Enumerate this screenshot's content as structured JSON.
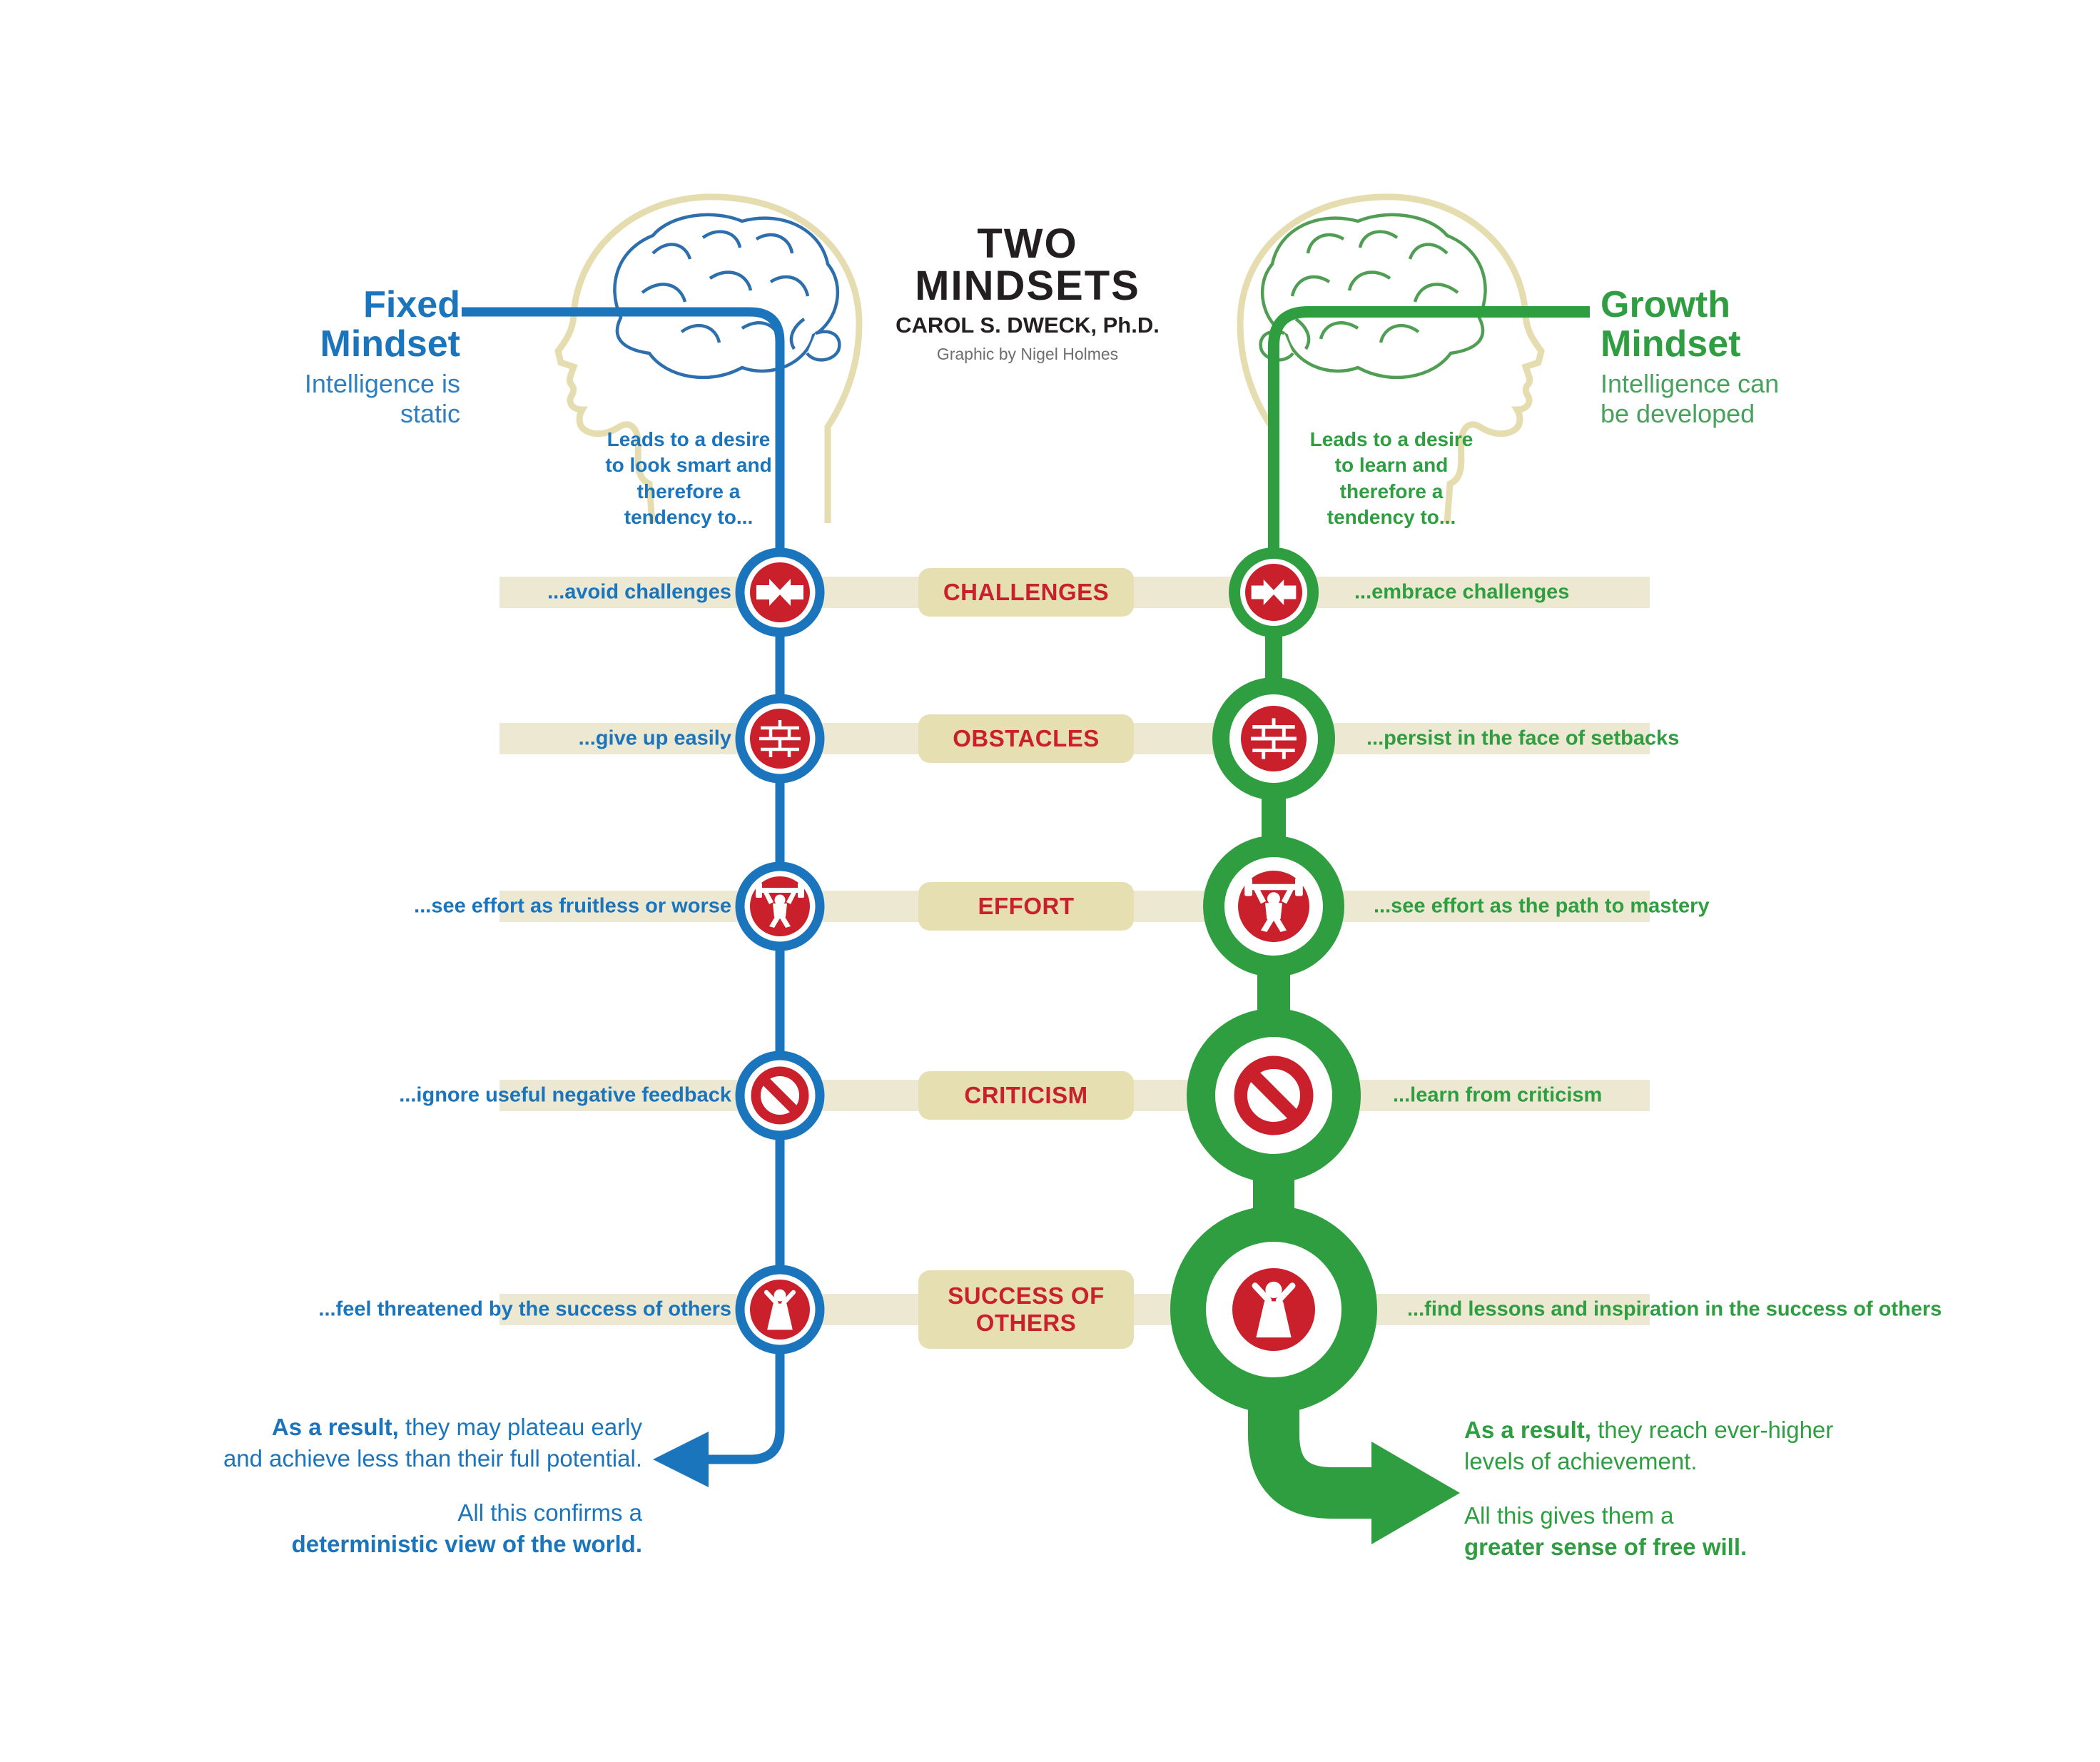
{
  "title": {
    "line1": "TWO",
    "line2": "MINDSETS",
    "author": "CAROL S. DWECK, Ph.D.",
    "credit": "Graphic by Nigel Holmes"
  },
  "categories": [
    {
      "label": "CHALLENGES",
      "icon": "opposing-arrows-icon"
    },
    {
      "label": "OBSTACLES",
      "icon": "brick-wall-icon"
    },
    {
      "label": "EFFORT",
      "icon": "weightlifter-icon"
    },
    {
      "label": "CRITICISM",
      "icon": "no-entry-icon"
    },
    {
      "label": "SUCCESS OF OTHERS",
      "icon": "celebrating-person-icon"
    }
  ],
  "fixed": {
    "name": "Fixed Mindset",
    "subtitle": "Intelligence is static",
    "desire": "Leads to a desire to look smart and therefore a tendency to...",
    "behaviors": [
      "...avoid challenges",
      "...give up easily",
      "...see effort as fruitless or worse",
      "...ignore useful negative feedback",
      "...feel threatened by the success of others"
    ],
    "result": {
      "lead": "As a result,",
      "line1_rest": " they may plateau early",
      "line2": "and achieve less than their full potential."
    },
    "closing": {
      "line1": "All this confirms a",
      "line2_bold": "deterministic view of the world."
    },
    "color": "#1b75bc"
  },
  "growth": {
    "name": "Growth Mindset",
    "subtitle": "Intelligence can be developed",
    "desire": "Leads to a desire to learn and therefore a tendency to...",
    "behaviors": [
      "...embrace challenges",
      "...persist in the face of setbacks",
      "...see effort as the path to mastery",
      "...learn from criticism",
      "...find lessons and inspiration in the success of others"
    ],
    "result": {
      "lead": "As a result,",
      "line1_rest": " they reach ever-higher",
      "line2": "levels of achievement."
    },
    "closing": {
      "line1": "All this gives them a",
      "line2_bold": "greater sense of free will."
    },
    "color": "#2f9e41"
  },
  "colors": {
    "accent_red": "#c9202c",
    "band_beige": "#ede8d2",
    "pill_beige": "#e6dfb2",
    "head_outline": "#e5ddb0"
  }
}
